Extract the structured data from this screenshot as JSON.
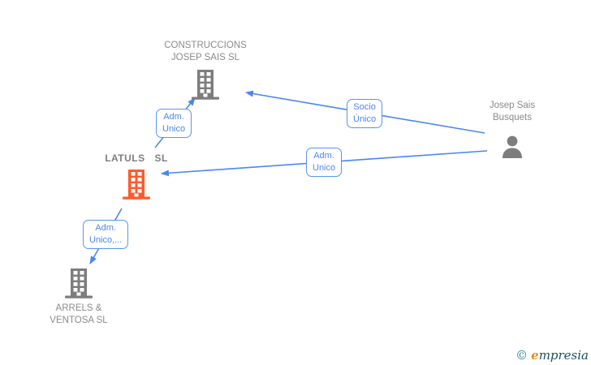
{
  "diagram": {
    "nodes": {
      "construccions": {
        "label_line1": "CONSTRUCCIONS",
        "label_line2": "JOSEP SAIS SL",
        "type": "company",
        "icon": "building-icon",
        "color": "#7d7d7d"
      },
      "josep": {
        "label_line1": "Josep Sais",
        "label_line2": "Busquets",
        "type": "person",
        "icon": "person-icon",
        "color": "#7d7d7d"
      },
      "latuls": {
        "label": "LATULS SL",
        "type": "company",
        "icon": "building-icon",
        "color": "#ff5a2b"
      },
      "arrels": {
        "label_line1": "ARRELS &",
        "label_line2": "VENTOSA SL",
        "type": "company",
        "icon": "building-icon",
        "color": "#7d7d7d"
      }
    },
    "edges": {
      "socio_unico": {
        "label_line1": "Socio",
        "label_line2": "Único"
      },
      "adm_unico_1": {
        "label_line1": "Adm.",
        "label_line2": "Unico"
      },
      "adm_unico_2": {
        "label_line1": "Adm.",
        "label_line2": "Unico"
      },
      "adm_unico_3": {
        "label_line1": "Adm.",
        "label_line2": "Unico,..."
      }
    },
    "colors": {
      "edge_blue": "#4a87ee",
      "label_gray": "#8a8a8a",
      "icon_gray": "#7d7d7d",
      "company_highlight_orange": "#ff5a2b"
    }
  },
  "watermark": {
    "copyright": "©",
    "brand_first_letter": "e",
    "brand_rest": "mpresia"
  }
}
